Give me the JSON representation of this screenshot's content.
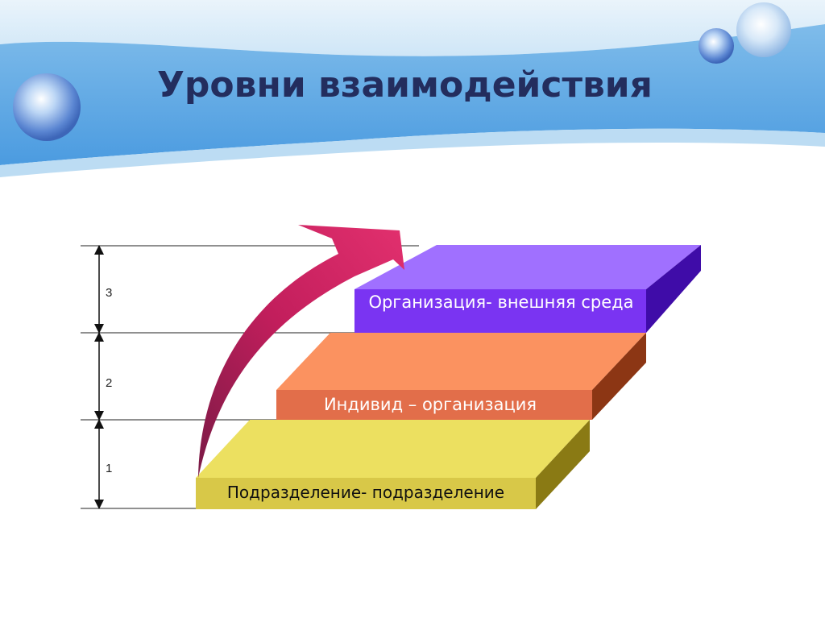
{
  "slide": {
    "title": "Уровни взаимодействия"
  },
  "levels": [
    {
      "number": "1",
      "label": "Подразделение- подразделение",
      "color": "#ece060"
    },
    {
      "number": "2",
      "label": "Индивид – организация",
      "color": "#fb9260"
    },
    {
      "number": "3",
      "label": "Организация- внешняя среда",
      "color": "#a070ff"
    }
  ],
  "colors": {
    "title": "#232d5e",
    "wave": "#5aa6e2",
    "arrow": "#c8215f"
  },
  "icons": [
    "bubble-icon",
    "growth-arrow-icon",
    "dimension-arrow-icon"
  ]
}
